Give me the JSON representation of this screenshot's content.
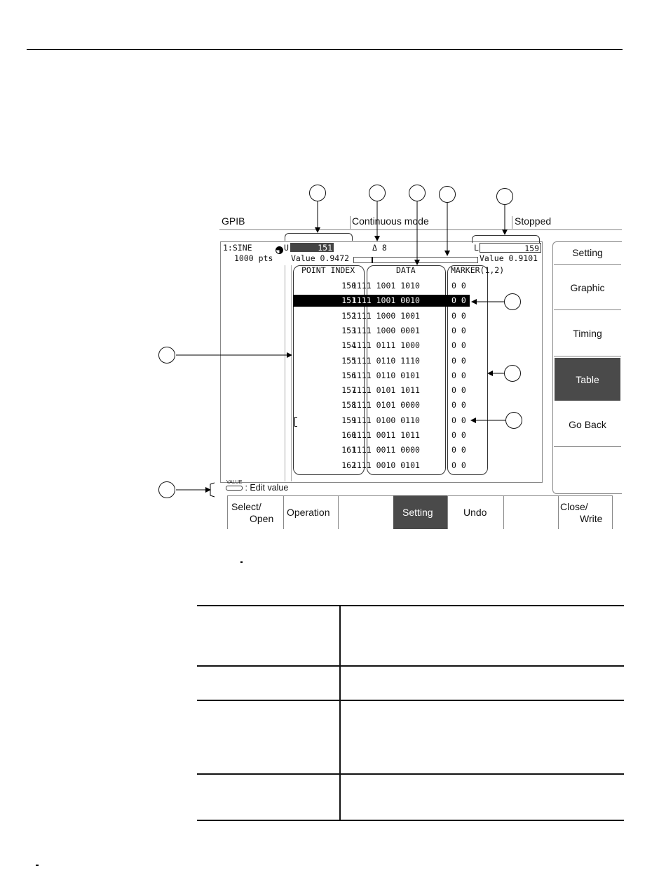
{
  "status_bar": {
    "interface": "GPIB",
    "mode": "Continuous mode",
    "state": "Stopped"
  },
  "waveform": {
    "name": "1:SINE",
    "points": "1000 pts",
    "cursor_u_label": "U",
    "cursor_u_index": "151",
    "cursor_u_value": "Value 0.9472",
    "delta": "Δ 8",
    "cursor_l_label": "L",
    "cursor_l_index": "159",
    "cursor_l_value": "Value 0.9101"
  },
  "table": {
    "headers": {
      "index": "POINT INDEX",
      "data": "DATA",
      "marker": "MARKER(1,2)"
    },
    "rows": [
      {
        "index": "150",
        "data": "1111 1001 1010",
        "marker": "0 0"
      },
      {
        "index": "151",
        "data": "1111 1001 0010",
        "marker": "0 0"
      },
      {
        "index": "152",
        "data": "1111 1000 1001",
        "marker": "0 0"
      },
      {
        "index": "153",
        "data": "1111 1000 0001",
        "marker": "0 0"
      },
      {
        "index": "154",
        "data": "1111 0111 1000",
        "marker": "0 0"
      },
      {
        "index": "155",
        "data": "1111 0110 1110",
        "marker": "0 0"
      },
      {
        "index": "156",
        "data": "1111 0110 0101",
        "marker": "0 0"
      },
      {
        "index": "157",
        "data": "1111 0101 1011",
        "marker": "0 0"
      },
      {
        "index": "158",
        "data": "1111 0101 0000",
        "marker": "0 0"
      },
      {
        "index": "159",
        "data": "1111 0100 0110",
        "marker": "0 0"
      },
      {
        "index": "160",
        "data": "1111 0011 1011",
        "marker": "0 0"
      },
      {
        "index": "161",
        "data": "1111 0011 0000",
        "marker": "0 0"
      },
      {
        "index": "162",
        "data": "1111 0010 0101",
        "marker": "0 0"
      }
    ]
  },
  "hint": {
    "key_label": "VALUE",
    "text": ": Edit value"
  },
  "side_menu": [
    {
      "label": "Setting",
      "active": false
    },
    {
      "label": "Graphic",
      "active": false
    },
    {
      "label": "Timing",
      "active": false
    },
    {
      "label": "Table",
      "active": true
    },
    {
      "label": "Go Back",
      "active": false
    }
  ],
  "bottom_menu": {
    "select_open_1": "Select/",
    "select_open_2": "Open",
    "operation": "Operation",
    "setting": "Setting",
    "undo": "Undo",
    "close_write_1": "Close/",
    "close_write_2": "Write"
  },
  "colors": {
    "highlight": "#4a4a4a",
    "selection": "#000000",
    "frame": "#888888"
  }
}
